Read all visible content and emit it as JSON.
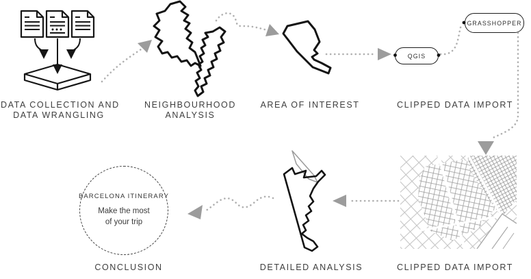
{
  "palette": {
    "outline": "#161616",
    "label_text": "#3d3d3d",
    "arrow_gray": "#9c9c9c",
    "dot_gray": "#b0b0b0",
    "map_light": "#c5c5c5",
    "map_mid": "#9b9b9b",
    "map_dense": "#8a8a8a"
  },
  "labels": {
    "data_collection": {
      "line1": "DATA COLLECTION AND",
      "line2": "DATA WRANGLING"
    },
    "neighbourhood": {
      "line1": "NEIGHBOURHOOD",
      "line2": "ANALYSIS"
    },
    "area_of_interest": "AREA OF INTEREST",
    "clipped_import_top": "CLIPPED DATA IMPORT",
    "conclusion": "CONCLUSION",
    "detailed_analysis": "DETAILED ANALYSIS",
    "clipped_import_bottom": "CLIPPED DATA IMPORT"
  },
  "tools": {
    "qgis": "QGIS",
    "grasshopper": "GRASSHOPPER"
  },
  "bubble": {
    "title": "BARCELONA ITINERARY",
    "subtitle_line1": "Make the most",
    "subtitle_line2": "of your trip"
  }
}
